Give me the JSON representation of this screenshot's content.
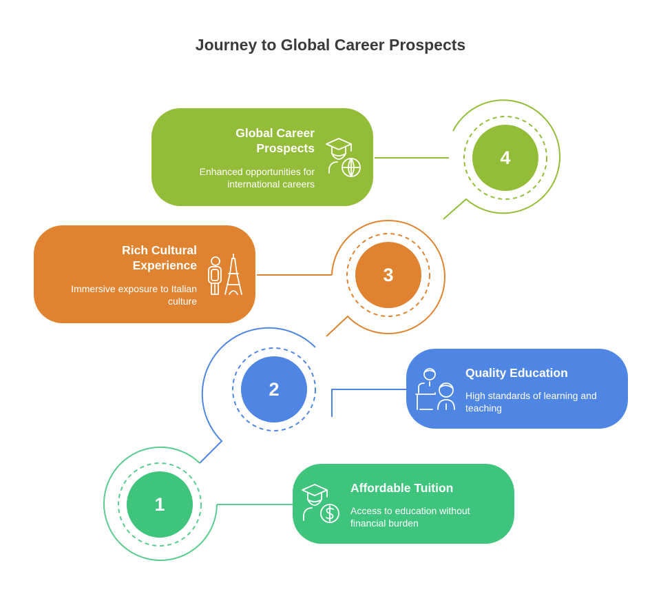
{
  "title": "Journey to Global Career Prospects",
  "steps": [
    {
      "number": "1",
      "title": "Affordable Tuition",
      "description": "Access to education without financial burden",
      "icon": "graduate-dollar-icon",
      "color": "#3ec47d",
      "stroke": "#5acb8e"
    },
    {
      "number": "2",
      "title": "Quality Education",
      "description": "High standards of learning and teaching",
      "icon": "teacher-student-icon",
      "color": "#4f86e3",
      "stroke": "#4f86e3"
    },
    {
      "number": "3",
      "title": "Rich Cultural Experience",
      "description": "Immersive exposure to Italian culture",
      "icon": "tourist-eiffel-tower-icon",
      "color": "#e08330",
      "stroke": "#e08330"
    },
    {
      "number": "4",
      "title": "Global Career Prospects",
      "description": "Enhanced opportunities for international careers",
      "icon": "graduate-globe-icon",
      "color": "#93bd38",
      "stroke": "#93bd38"
    }
  ]
}
